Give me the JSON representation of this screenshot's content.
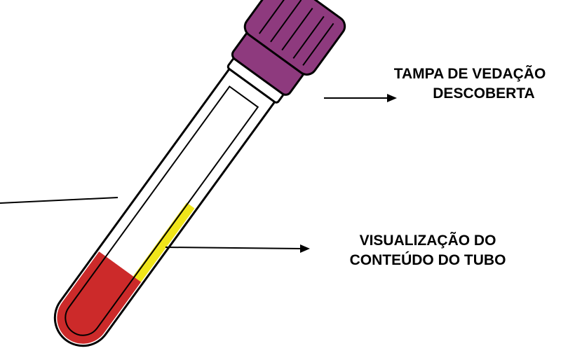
{
  "labels": {
    "cap_line1": "TAMPA DE VEDAÇÃO",
    "cap_line2": "DESCOBERTA",
    "content_line1": "VISUALIZAÇÃO DO",
    "content_line2": "CONTEÚDO DO TUBO"
  },
  "colors": {
    "cap": "#8e3a7e",
    "cap_dark": "#6a2a5e",
    "blood": "#cc2a2a",
    "serum": "#f0e51a",
    "outline": "#000000",
    "glass": "#ffffff"
  }
}
